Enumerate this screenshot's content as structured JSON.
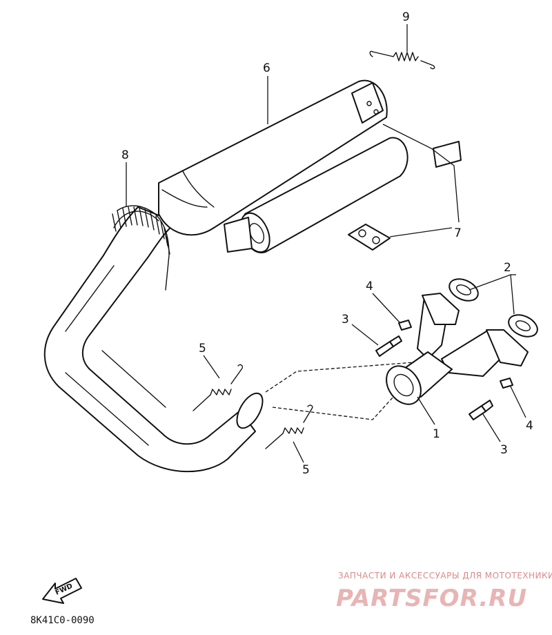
{
  "callouts": {
    "p1": "1",
    "p2": "2",
    "p3a": "3",
    "p3b": "3",
    "p4a": "4",
    "p4b": "4",
    "p5a": "5",
    "p5b": "5",
    "p6": "6",
    "p7": "7",
    "p8": "8",
    "p9": "9"
  },
  "fwd_badge": "FWD",
  "drawing_code": "8K41C0-0090",
  "watermark": {
    "tagline": "ЗАПЧАСТИ И АКСЕССУАРЫ ДЛЯ МОТОТЕХНИКИ",
    "logo": "PARTSFOR.RU"
  }
}
